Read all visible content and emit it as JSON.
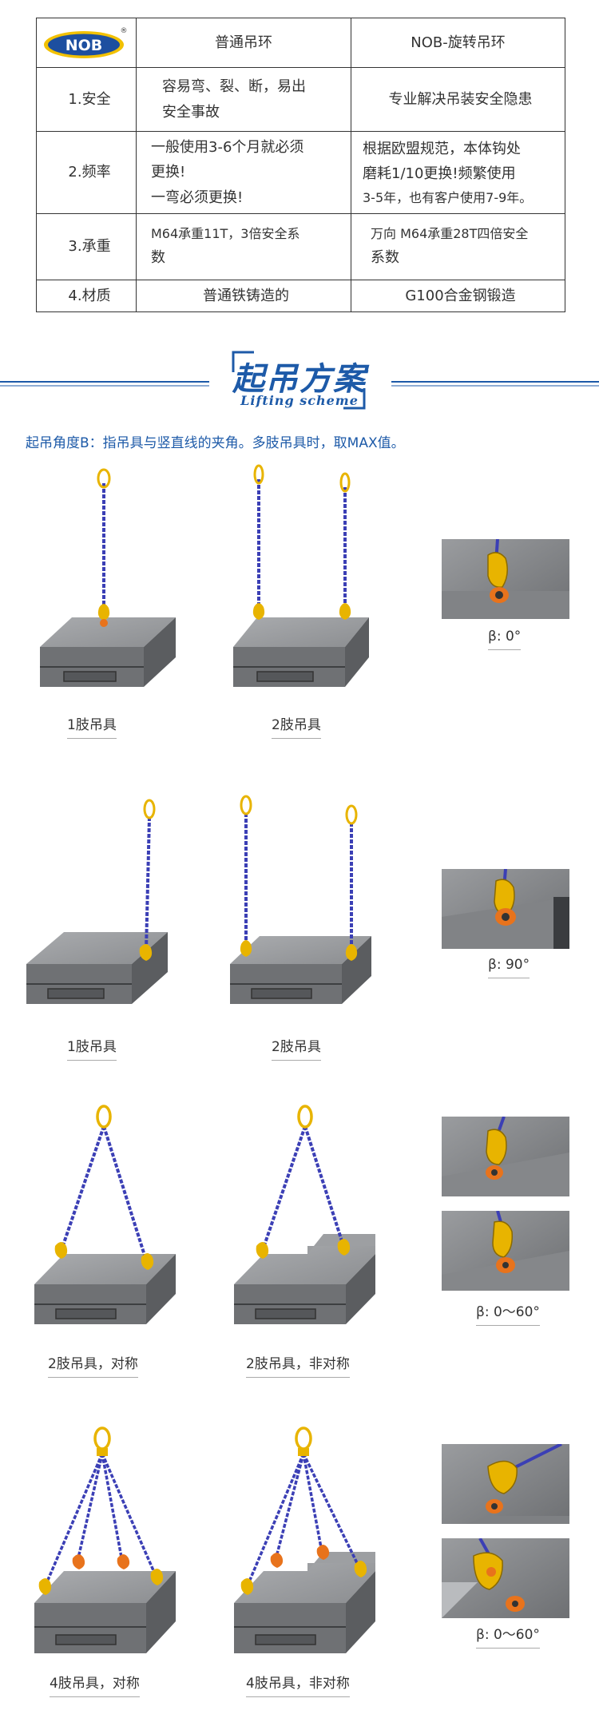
{
  "table": {
    "logo_text": "NOB",
    "logo_mark": "®",
    "col_headers": [
      "普通吊环",
      "NOB-旋转吊环"
    ],
    "rows": [
      {
        "label": "1.安全",
        "normal": [
          "容易弯、裂、断，易出",
          "安全事故"
        ],
        "nob": [
          "专业解决吊装安全隐患"
        ]
      },
      {
        "label": "2.频率",
        "normal": [
          "一般使用3-6个月就必须",
          "更换!",
          "一弯必须更换!"
        ],
        "nob": [
          "根据欧盟规范，本体钩处",
          "磨耗1/10更换!频繁使用",
          "3-5年，也有客户使用7-9年。"
        ]
      },
      {
        "label": "3.承重",
        "normal": [
          "M64承重11T，3倍安全系",
          "数"
        ],
        "nob": [
          "万向 M64承重28T四倍安全",
          "系数"
        ]
      },
      {
        "label": "4.材质",
        "normal": [
          "普通铁铸造的"
        ],
        "nob": [
          "G100合金钢锻造"
        ]
      }
    ]
  },
  "section": {
    "title": "起吊方案",
    "subtitle": "Lifting scheme"
  },
  "intro": "起吊角度B：指吊具与竖直线的夹角。多肢吊具时，取MAX值。",
  "groups": [
    {
      "captions": [
        "1肢吊具",
        "2肢吊具"
      ],
      "beta": "β: 0°"
    },
    {
      "captions": [
        "1肢吊具",
        "2肢吊具"
      ],
      "beta": "β: 90°"
    },
    {
      "captions": [
        "2肢吊具，对称",
        "2肢吊具，非对称"
      ],
      "beta": "β: 0～60°"
    },
    {
      "captions": [
        "4肢吊具，对称",
        "4肢吊具，非对称"
      ],
      "beta": "β: 0～60°"
    }
  ],
  "colors": {
    "brand_blue": "#1d5aa8",
    "logo_yellow": "#f2c100",
    "chain_blue": "#3b3fb5",
    "hook_yellow": "#e8b400",
    "swivel_orange": "#e8731c",
    "block_gray": "#8c8e91"
  }
}
